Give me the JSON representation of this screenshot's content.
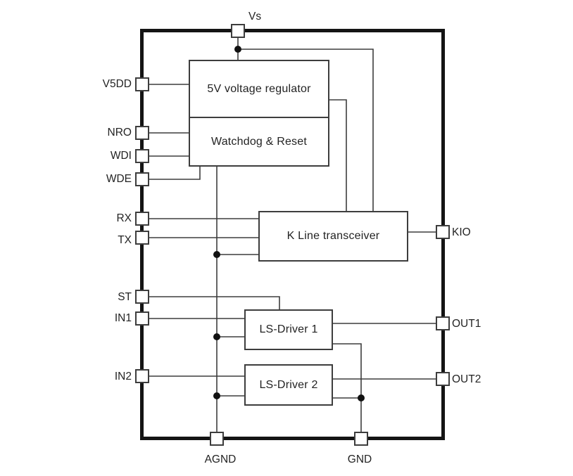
{
  "diagram": {
    "type": "ic-block-diagram",
    "blocks": [
      {
        "id": "regulator",
        "label": "5V voltage regulator"
      },
      {
        "id": "watchdog",
        "label": "Watchdog & Reset"
      },
      {
        "id": "kline",
        "label": "K Line transceiver"
      },
      {
        "id": "ls1",
        "label": "LS-Driver 1"
      },
      {
        "id": "ls2",
        "label": "LS-Driver 2"
      }
    ],
    "pins": {
      "top": [
        {
          "label": "Vs"
        }
      ],
      "left": [
        {
          "label": "V5DD"
        },
        {
          "label": "NRO"
        },
        {
          "label": "WDI"
        },
        {
          "label": "WDE"
        },
        {
          "label": "RX"
        },
        {
          "label": "TX"
        },
        {
          "label": "ST"
        },
        {
          "label": "IN1"
        },
        {
          "label": "IN2"
        }
      ],
      "right": [
        {
          "label": "KIO"
        },
        {
          "label": "OUT1"
        },
        {
          "label": "OUT2"
        }
      ],
      "bottom": [
        {
          "label": "AGND"
        },
        {
          "label": "GND"
        }
      ]
    },
    "connections": [
      "Vs -> 5V voltage regulator (junction dot feeds K Line transceiver supply)",
      "5V voltage regulator -> K Line transceiver",
      "V5DD -> 5V voltage regulator",
      "NRO -> Watchdog & Reset",
      "WDI -> Watchdog & Reset",
      "WDE -> Watchdog & Reset",
      "Watchdog & Reset -> internal bus to K Line transceiver, LS-Driver 1, LS-Driver 2, AGND",
      "RX -> K Line transceiver",
      "TX -> K Line transceiver",
      "K Line transceiver -> KIO",
      "ST -> LS-Driver 1",
      "IN1 -> LS-Driver 1",
      "LS-Driver 1 -> OUT1",
      "LS-Driver 1 -> GND",
      "IN2 -> LS-Driver 2",
      "LS-Driver 2 -> OUT2",
      "LS-Driver 2 -> GND"
    ]
  },
  "colors": {
    "background": "#ffffff",
    "chip_border": "#141414",
    "block_border": "#3d3d3d",
    "wire": "#3d3d3d",
    "junction_dot": "#111111",
    "text": "#232323",
    "pin_fill": "#ffffff"
  }
}
